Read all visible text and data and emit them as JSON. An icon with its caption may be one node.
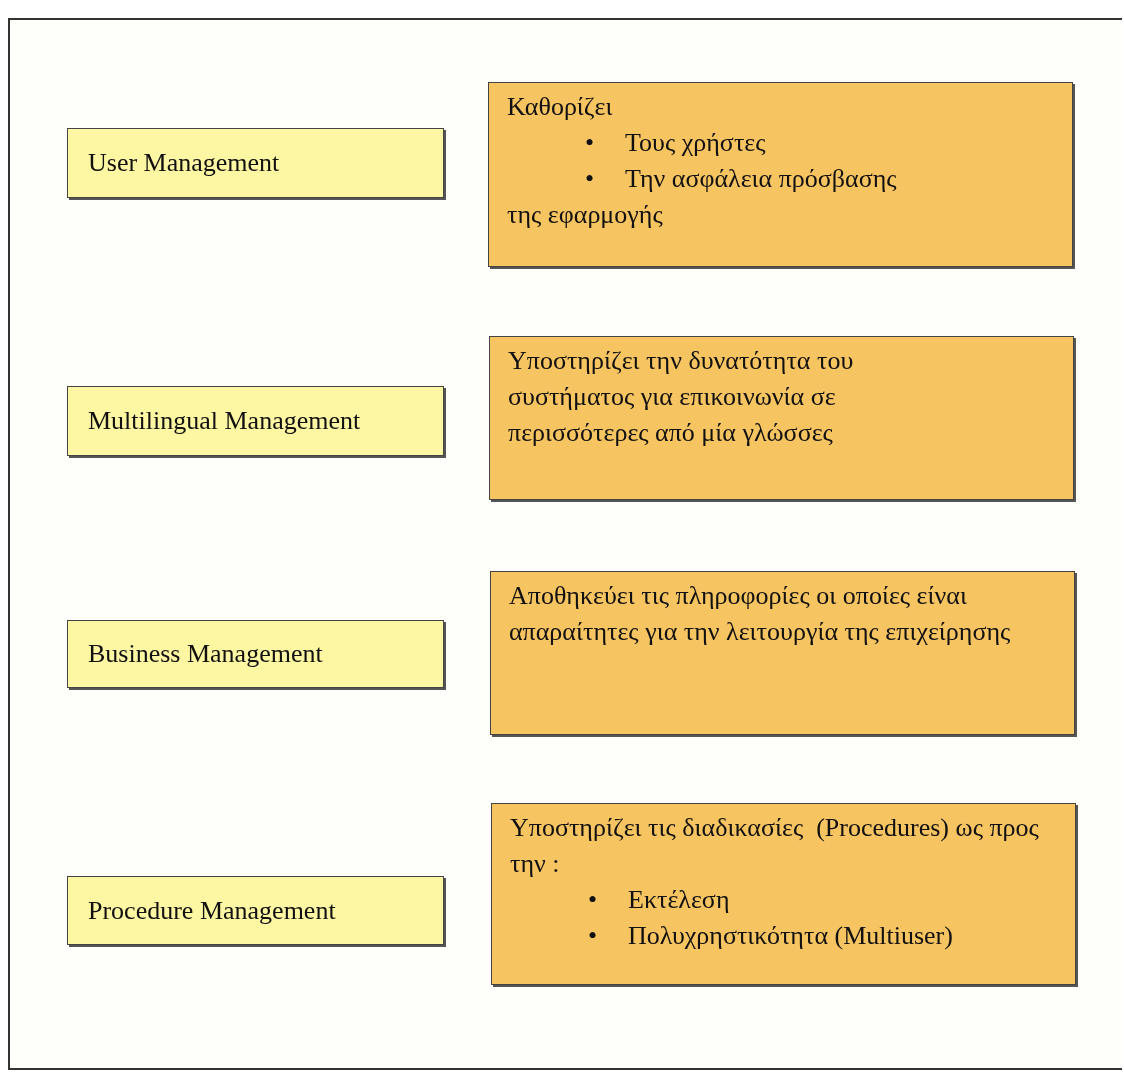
{
  "diagram": {
    "nodes": [
      {
        "text": [
          "User Management"
        ]
      },
      {
        "text": [
          "Καθορίζει",
          "•",
          "Τους χρήστες",
          "•",
          "Την ασφάλεια πρόσβασης",
          "της εφαρμογής"
        ]
      },
      {
        "text": [
          "Multilingual Management"
        ]
      },
      {
        "text": [
          "Υποστηρίζει την δυνατότητα του συστήματος για επικοινωνία σε περισσότερες από μία γλώσσες"
        ]
      },
      {
        "text": [
          "Business Management"
        ]
      },
      {
        "text": [
          "Αποθηκεύει τις πληροφορίες οι οποίες είναι απαραίτητες για την λειτουργία της επιχείρησης"
        ]
      },
      {
        "text": [
          "Procedure Management"
        ]
      },
      {
        "text": [
          "Υποστηρίζει τις διαδικασίες  (Procedures) ως προς την :",
          "•",
          "Εκτέλεση",
          "•",
          "Πολυχρηστικότητα (Multiuser)"
        ]
      }
    ]
  }
}
